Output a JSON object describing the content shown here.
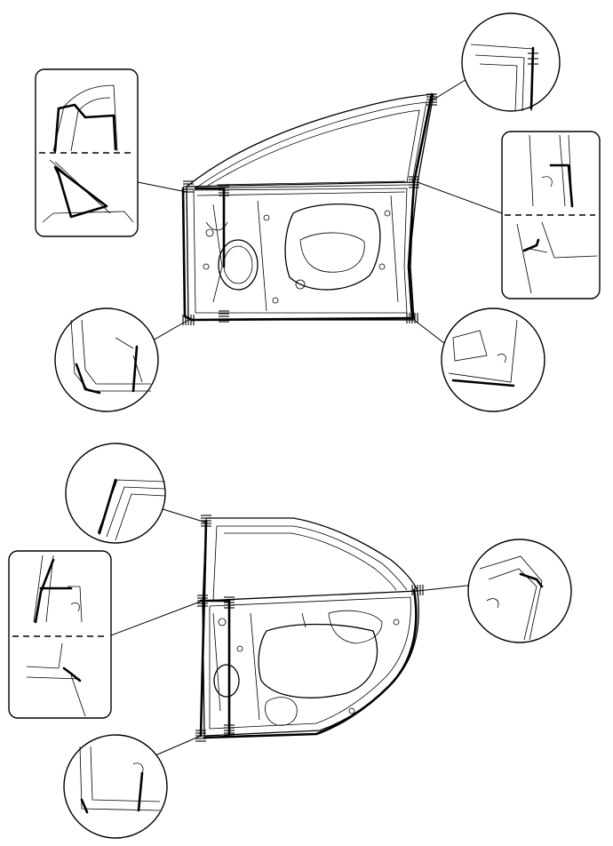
{
  "figure": {
    "views": [
      "front-door",
      "rear-door"
    ],
    "line_color": "#000000",
    "background": "#ffffff",
    "adhesive_marking": "hatched-bold-line",
    "callouts": {
      "front_door": [
        "upper-rear-corner",
        "inner-upper-front",
        "middle-rear-pillar",
        "lower-front-corner",
        "lower-rear-corner"
      ],
      "rear_door": [
        "upper-front-corner",
        "middle-front-pillar",
        "upper-rear-corner",
        "lower-front-corner"
      ]
    }
  }
}
